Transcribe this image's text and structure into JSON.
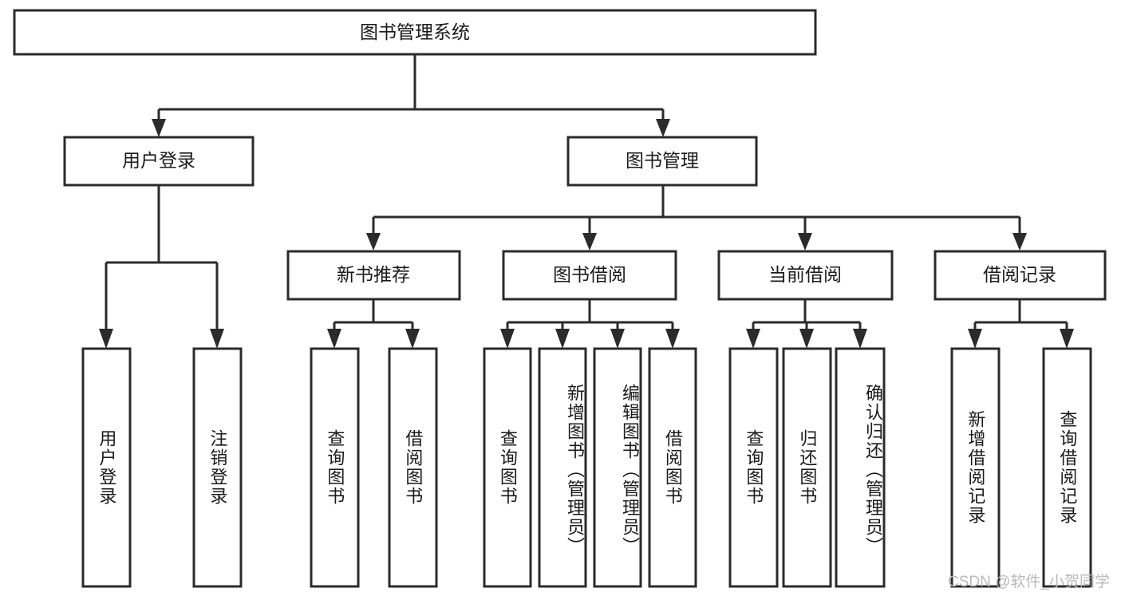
{
  "diagram": {
    "title": "图书管理系统",
    "type": "tree",
    "watermark": "CSDN @软件_小贺同学",
    "colors": {
      "box_stroke": "#2b2b2b",
      "box_fill": "#ffffff",
      "text": "#1a1a1a",
      "watermark": "#b9b9b9",
      "background": "#ffffff"
    },
    "root": {
      "label": "图书管理系统"
    },
    "level2": [
      {
        "label": "用户登录"
      },
      {
        "label": "图书管理"
      }
    ],
    "level3": [
      {
        "label": "新书推荐"
      },
      {
        "label": "图书借阅"
      },
      {
        "label": "当前借阅"
      },
      {
        "label": "借阅记录"
      }
    ],
    "leaves": {
      "user_login": [
        {
          "label": "用户登录"
        },
        {
          "label": "注销登录"
        }
      ],
      "new_book_recommend": [
        {
          "label": "查询图书"
        },
        {
          "label": "借阅图书"
        }
      ],
      "book_borrow": [
        {
          "label": "查询图书"
        },
        {
          "label": "新增图书（管理员）"
        },
        {
          "label": "编辑图书（管理员）"
        },
        {
          "label": "借阅图书"
        }
      ],
      "current_borrow": [
        {
          "label": "查询图书"
        },
        {
          "label": "归还图书"
        },
        {
          "label": "确认归还（管理员）"
        }
      ],
      "borrow_record": [
        {
          "label": "新增借阅记录"
        },
        {
          "label": "查询借阅记录"
        }
      ]
    }
  }
}
